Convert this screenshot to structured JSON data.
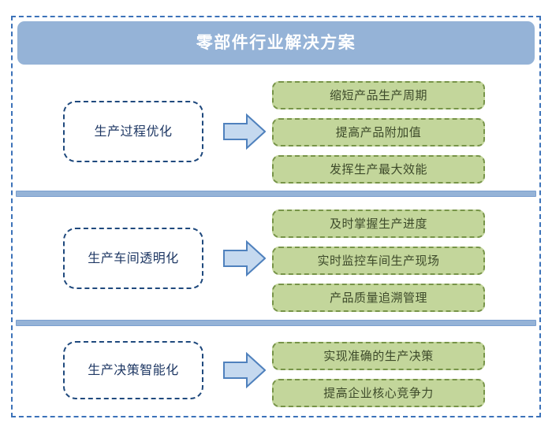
{
  "header": {
    "title": "零部件行业解决方案"
  },
  "colors": {
    "header_blue": "#95b3d7",
    "frame_blue": "#3c72b9",
    "category_border": "#1f497d",
    "category_text": "#1f3864",
    "outcome_fill": "#c3d69b",
    "outcome_border": "#779448",
    "outcome_text": "#3d4a2a",
    "arrow_fill": "#c5d9ef",
    "arrow_stroke": "#4f81bd"
  },
  "groups": [
    {
      "category": "生产过程优化",
      "arrow": "right-arrow-icon",
      "outcomes": [
        "缩短产品生产周期",
        "提高产品附加值",
        "发挥生产最大效能"
      ]
    },
    {
      "category": "生产车间透明化",
      "arrow": "right-arrow-icon",
      "outcomes": [
        "及时掌握生产进度",
        "实时监控车间生产现场",
        "产品质量追溯管理"
      ]
    },
    {
      "category": "生产决策智能化",
      "arrow": "right-arrow-icon",
      "outcomes": [
        "实现准确的生产决策",
        "提高企业核心竞争力"
      ]
    }
  ],
  "separators": [
    "divider-1",
    "divider-2"
  ]
}
